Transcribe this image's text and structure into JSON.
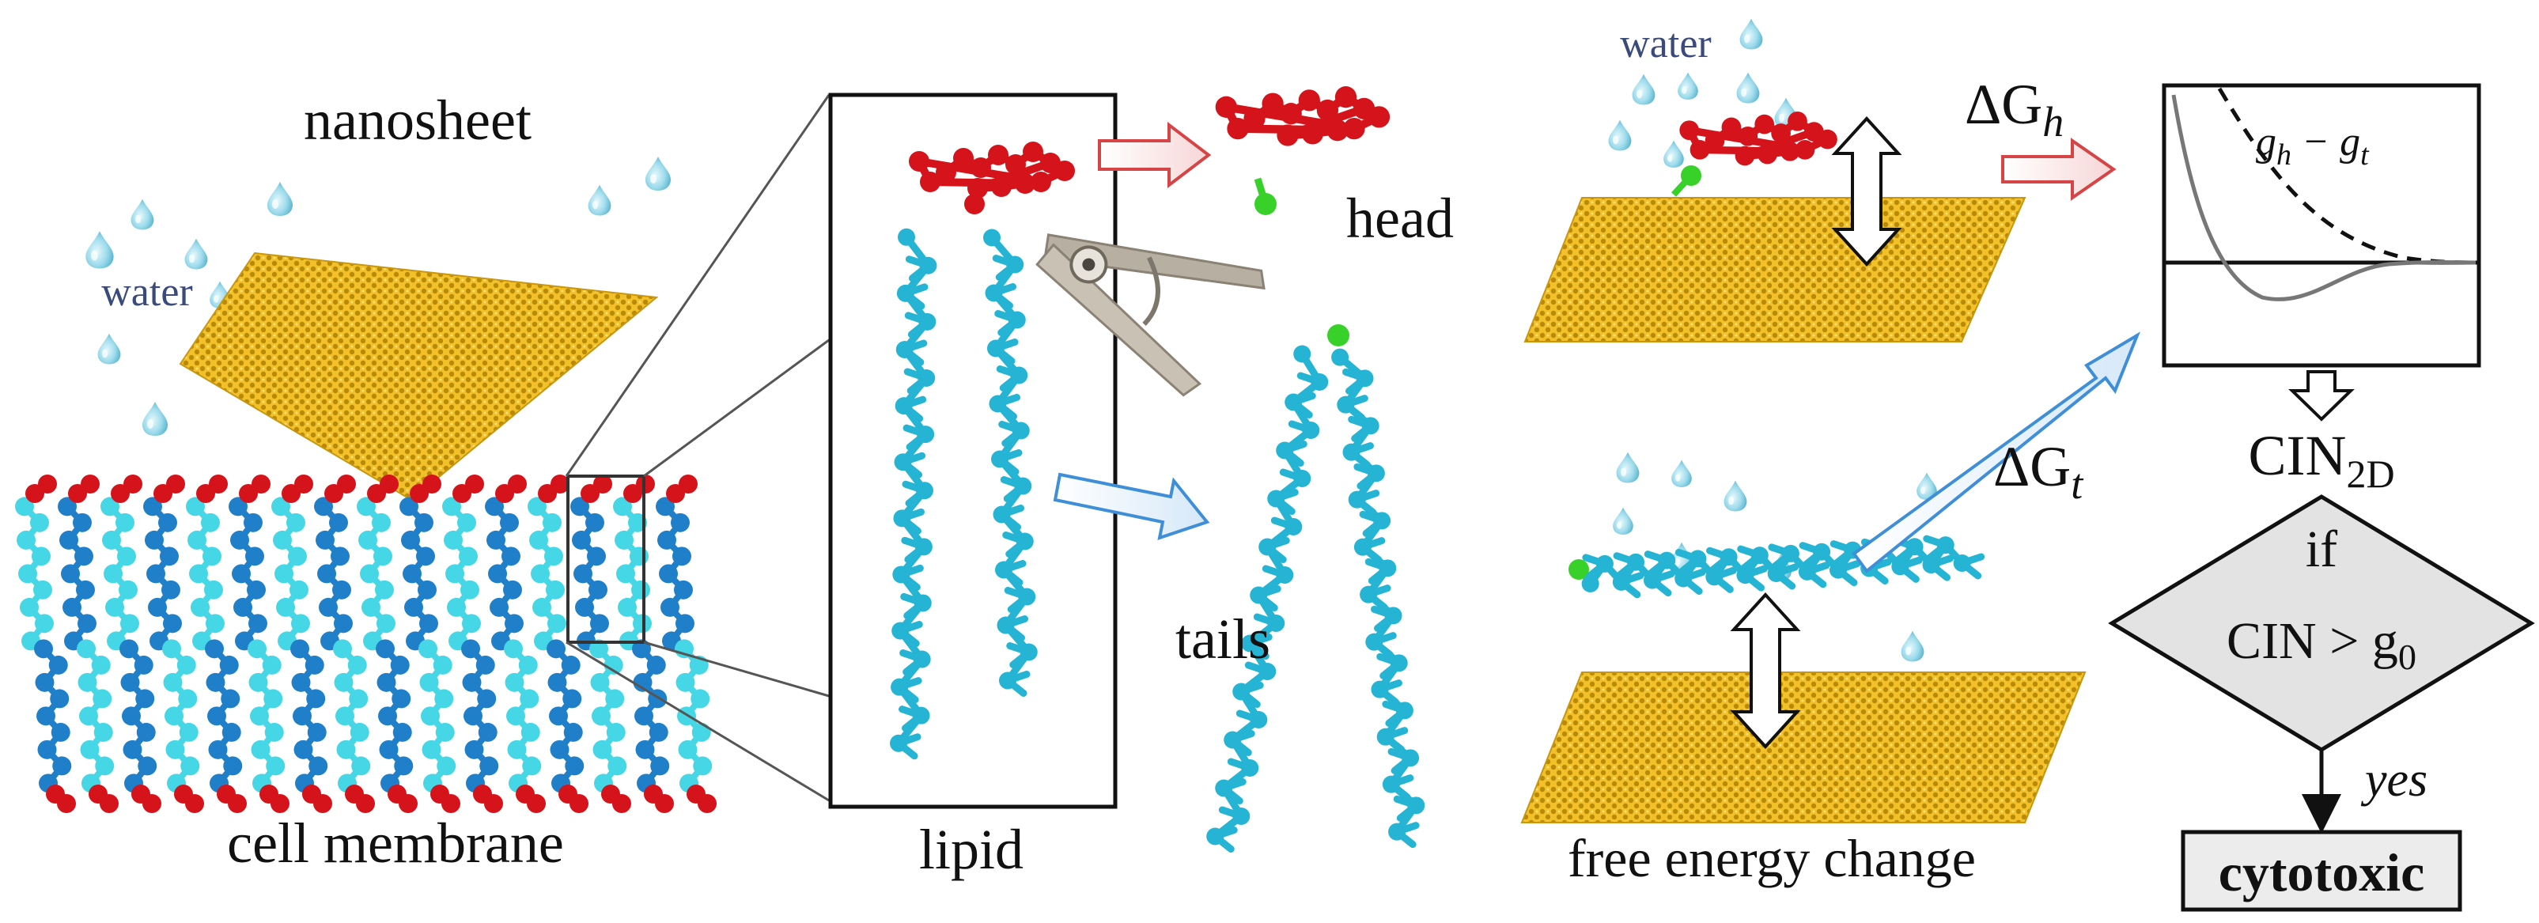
{
  "labels": {
    "nanosheet": "nanosheet",
    "water_left": "water",
    "cell_membrane": "cell membrane",
    "lipid": "lipid",
    "head": "head",
    "tails": "tails",
    "water_right": "water",
    "free_energy_change": "free energy change",
    "delta_g_h": {
      "base": "ΔG",
      "sub": "h"
    },
    "delta_g_t": {
      "base": "ΔG",
      "sub": "t"
    },
    "plot_legend": {
      "g": "g",
      "h": "h",
      "minus": " − g",
      "t": "t"
    },
    "cin_2d": {
      "base": "CIN",
      "sub": "2D"
    },
    "decision_if": "if",
    "decision_condition": {
      "base": "CIN > g",
      "sub": "0"
    },
    "yes": "yes",
    "result": "cytotoxic"
  },
  "colors": {
    "sheet_gold": "#e8b41c",
    "sheet_dark": "#a97a05",
    "lipid_head_red": "#d4141a",
    "lipid_tail_cyan": "#25b4d3",
    "tail_light": "#45d7e6",
    "tail_blue": "#1f7fc9",
    "cap_green": "#38d12a",
    "water_blue": "#8fd6e8",
    "arrow_red": "#d64545",
    "arrow_blue": "#3f8fd8",
    "decision_fill": "#e3e3e3",
    "water_text": "#3a4a7a"
  },
  "icons": [
    "water-drop-icon",
    "scissors-icon",
    "nanosheet-graphic",
    "lipid-molecule-graphic"
  ]
}
